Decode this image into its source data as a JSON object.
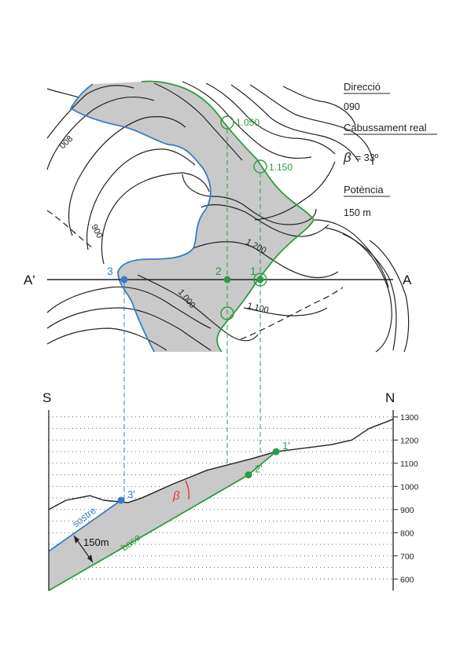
{
  "legend": {
    "direction_label": "Direcció",
    "direction_value": "090",
    "dip_label": "Cabussament real",
    "dip_symbol": "β",
    "dip_value": "= 33º",
    "thickness_label": "Potència",
    "thickness_value": "150 m"
  },
  "map": {
    "contour_labels": [
      "900",
      "008",
      "1.000",
      "1.100",
      "1.200"
    ],
    "green_contour_labels": [
      "1.050",
      "1.150"
    ],
    "section_left_label": "A'",
    "section_right_label": "A",
    "point_labels": [
      "3",
      "2",
      "1"
    ]
  },
  "profile": {
    "left_label": "S",
    "right_label": "N",
    "point_labels": [
      "3'",
      "2'",
      "1'"
    ],
    "top_label": "sostre",
    "base_label": "base",
    "thickness_label": "150m",
    "angle_label": "β"
  },
  "chart_data": {
    "type": "line",
    "title": "",
    "xlabel": "",
    "ylabel": "",
    "ylim": [
      550,
      1330
    ],
    "y_ticks": [
      600,
      700,
      800,
      900,
      1000,
      1100,
      1200,
      1300
    ],
    "grid": true,
    "series": [
      {
        "values": [
          [
            0,
            900
          ],
          [
            0.05,
            940
          ],
          [
            0.12,
            960
          ],
          [
            0.16,
            940
          ],
          [
            0.23,
            930
          ],
          [
            0.27,
            950
          ],
          [
            0.36,
            1010
          ],
          [
            0.46,
            1070
          ],
          [
            0.59,
            1120
          ],
          [
            0.66,
            1150
          ],
          [
            0.82,
            1180
          ],
          [
            0.88,
            1200
          ],
          [
            0.93,
            1250
          ],
          [
            1.0,
            1290
          ]
        ]
      },
      {
        "values": [
          [
            0,
            720
          ],
          [
            0.21,
            940
          ]
        ]
      },
      {
        "values": [
          [
            0,
            550
          ],
          [
            0.58,
            1050
          ],
          [
            0.66,
            1150
          ]
        ]
      }
    ],
    "points": [
      {
        "label": "3'",
        "x": 0.21,
        "y": 940
      },
      {
        "label": "2'",
        "x": 0.58,
        "y": 1050
      },
      {
        "label": "1'",
        "x": 0.66,
        "y": 1150
      }
    ]
  },
  "colors": {
    "top_contact": "#3a7dc4",
    "base_contact": "#2f9a44",
    "angle_mark": "#e23a3a",
    "layer_fill": "#c9c9c9"
  }
}
